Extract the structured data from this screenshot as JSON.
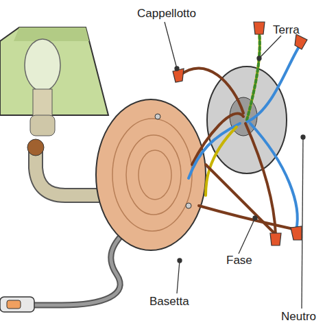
{
  "diagram": {
    "labels": [
      "Cappellotto",
      "Terra",
      "Fase",
      "Neutro",
      "Basetta"
    ]
  }
}
